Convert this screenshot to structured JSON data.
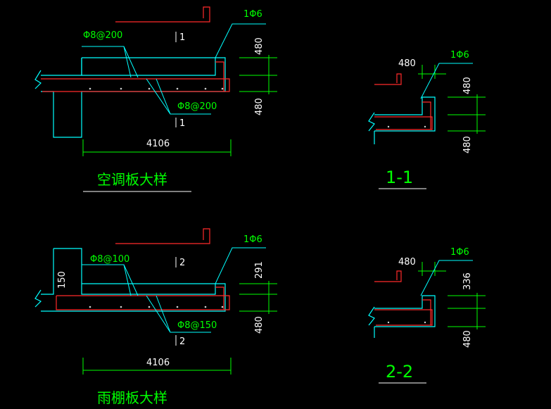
{
  "colors": {
    "background": "#000000",
    "outline": "#00ffff",
    "dimension": "#00ff00",
    "rebar": "#ff2a2a",
    "text": "#ffffff",
    "dots": "#cfcfcf"
  },
  "top_detail": {
    "title": "空调板大样",
    "rebar_top": "Φ8@200",
    "rebar_bottom": "Φ8@200",
    "edge_bar": "1Φ6",
    "span": "4106",
    "height_upper": "480",
    "height_lower": "480",
    "section_mark": "1"
  },
  "bottom_detail": {
    "title": "雨棚板大样",
    "rebar_top": "Φ8@100",
    "rebar_bottom": "Φ8@150",
    "edge_bar": "1Φ6",
    "span": "4106",
    "height_upper": "291",
    "height_lower": "480",
    "side_dim": "150",
    "section_mark": "2"
  },
  "section_1_1": {
    "label": "1-1",
    "width": "480",
    "edge_bar": "1Φ6",
    "height_upper": "480",
    "height_lower": "480"
  },
  "section_2_2": {
    "label": "2-2",
    "width": "480",
    "edge_bar": "1Φ6",
    "height_upper": "336",
    "height_lower": "480"
  }
}
